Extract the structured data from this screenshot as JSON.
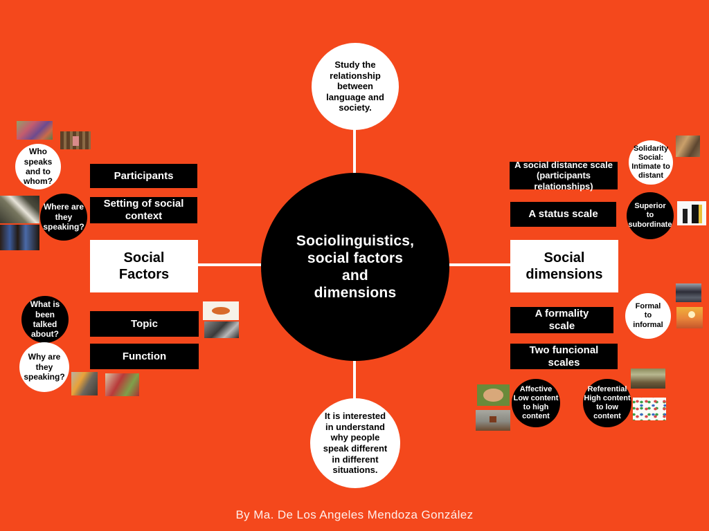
{
  "page": {
    "background_color": "#F4481C",
    "node_black": "#000000",
    "node_white": "#FFFFFF",
    "credit": "By Ma. De Los Angeles Mendoza González"
  },
  "center": {
    "title": "Sociolinguistics,\nsocial factors\nand\ndimensions"
  },
  "top_circle": {
    "text": "Study the\nrelationship\nbetween\nlanguage and\nsociety."
  },
  "bottom_circle": {
    "text": "It is interested\nin understand\nwhy people\nspeak different\nin different\nsituations."
  },
  "left": {
    "heading": "Social\nFactors",
    "items": [
      "Participants",
      "Setting of social\ncontext",
      "Topic",
      "Function"
    ],
    "questions": [
      "Who\nspeaks\nand to\nwhom?",
      "Where are\nthey\nspeaking?",
      "What is\nbeen\ntalked\nabout?",
      "Why are\nthey\nspeaking?"
    ]
  },
  "right": {
    "heading": "Social\ndimensions",
    "items": [
      "A social distance scale\n(participants\nrelationships)",
      "A status scale",
      "A formality\nscale",
      "Two funcional\nscales"
    ],
    "labels": [
      "Solidarity\nSocial:\nIntimate to\ndistant",
      "Superior\nto\nsubordinate",
      "Formal\nto\ninformal",
      "Affective\nLow content\nto high content",
      "Referential\nHigh content\nto low content"
    ]
  },
  "images": [
    "kids-sitting-on-ground-photo",
    "child-on-bench-photo",
    "office-desk-overhead-photo",
    "schoolgirls-in-uniform-photo",
    "classroom-projector-photo",
    "market-stall-photo",
    "people-around-table-cartoon",
    "radio-microphone-photo",
    "classroom-tables-photo",
    "businessmen-arguing-cartoon",
    "business-meeting-photo",
    "beach-sunset-photo",
    "hands-together-photo",
    "judge-with-scales-cartoon",
    "lecture-hall-photo",
    "crowd-of-people-cartoon"
  ]
}
